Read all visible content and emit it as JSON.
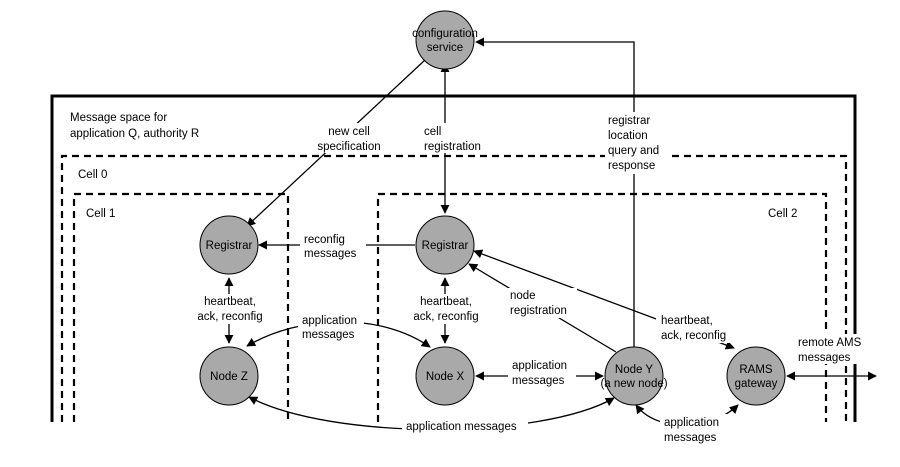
{
  "message_space_label": [
    "Message space for",
    "application Q, authority R"
  ],
  "cells": {
    "cell0": "Cell 0",
    "cell1": "Cell 1",
    "cell2": "Cell 2"
  },
  "nodes": {
    "config_service": [
      "configuration",
      "service"
    ],
    "registrar_1": "Registrar",
    "registrar_2": "Registrar",
    "node_z": "Node Z",
    "node_x": "Node X",
    "node_y": [
      "Node Y",
      "(a new node)"
    ],
    "rams_gateway": [
      "RAMS",
      "gateway"
    ]
  },
  "edge_labels": {
    "new_cell_spec": [
      "new cell",
      "specification"
    ],
    "cell_registration": [
      "cell",
      "registration"
    ],
    "registrar_location": [
      "registrar",
      "location",
      "query and",
      "response"
    ],
    "reconfig_messages": [
      "reconfig",
      "messages"
    ],
    "heartbeat_left": [
      "heartbeat,",
      "ack, reconfig"
    ],
    "heartbeat_middle": [
      "heartbeat,",
      "ack, reconfig"
    ],
    "heartbeat_right": [
      "heartbeat,",
      "ack, reconfig"
    ],
    "node_registration": [
      "node",
      "registration"
    ],
    "app_messages_zx": [
      "application",
      "messages"
    ],
    "app_messages_xy": [
      "application",
      "messages"
    ],
    "app_messages_bottom": "application messages",
    "app_messages_y_rams": [
      "application",
      "messages"
    ],
    "remote_ams": [
      "remote AMS",
      "messages"
    ]
  }
}
